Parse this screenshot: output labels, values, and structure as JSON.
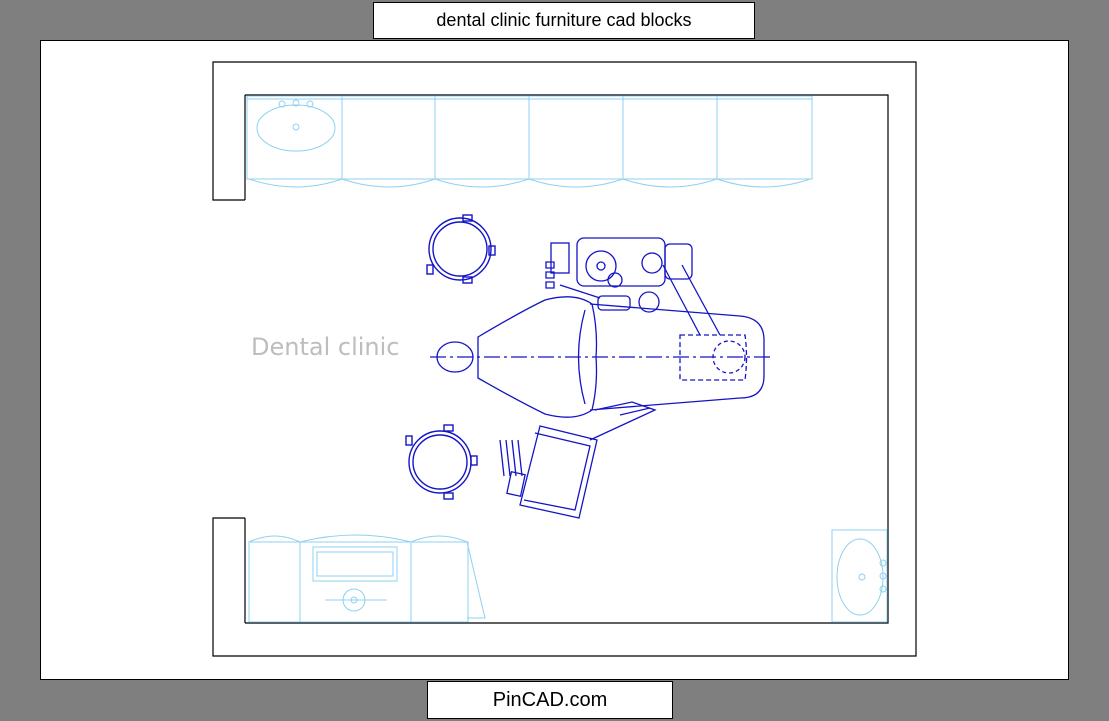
{
  "header": {
    "title": "dental clinic furniture cad blocks"
  },
  "footer": {
    "site": "PinCAD.com"
  },
  "plan": {
    "room_label": "Dental clinic"
  },
  "colors": {
    "background": "#7f7f7f",
    "sheet": "#ffffff",
    "wall": "#000000",
    "furniture": "#8fd0f0",
    "chair": "#1414c8",
    "label": "#bdbdbd"
  },
  "icons": [
    "sink-icon",
    "cabinet-icon",
    "dental-chair-icon",
    "stool-icon",
    "instrument-tray-icon",
    "hand-wash-basin-icon"
  ]
}
